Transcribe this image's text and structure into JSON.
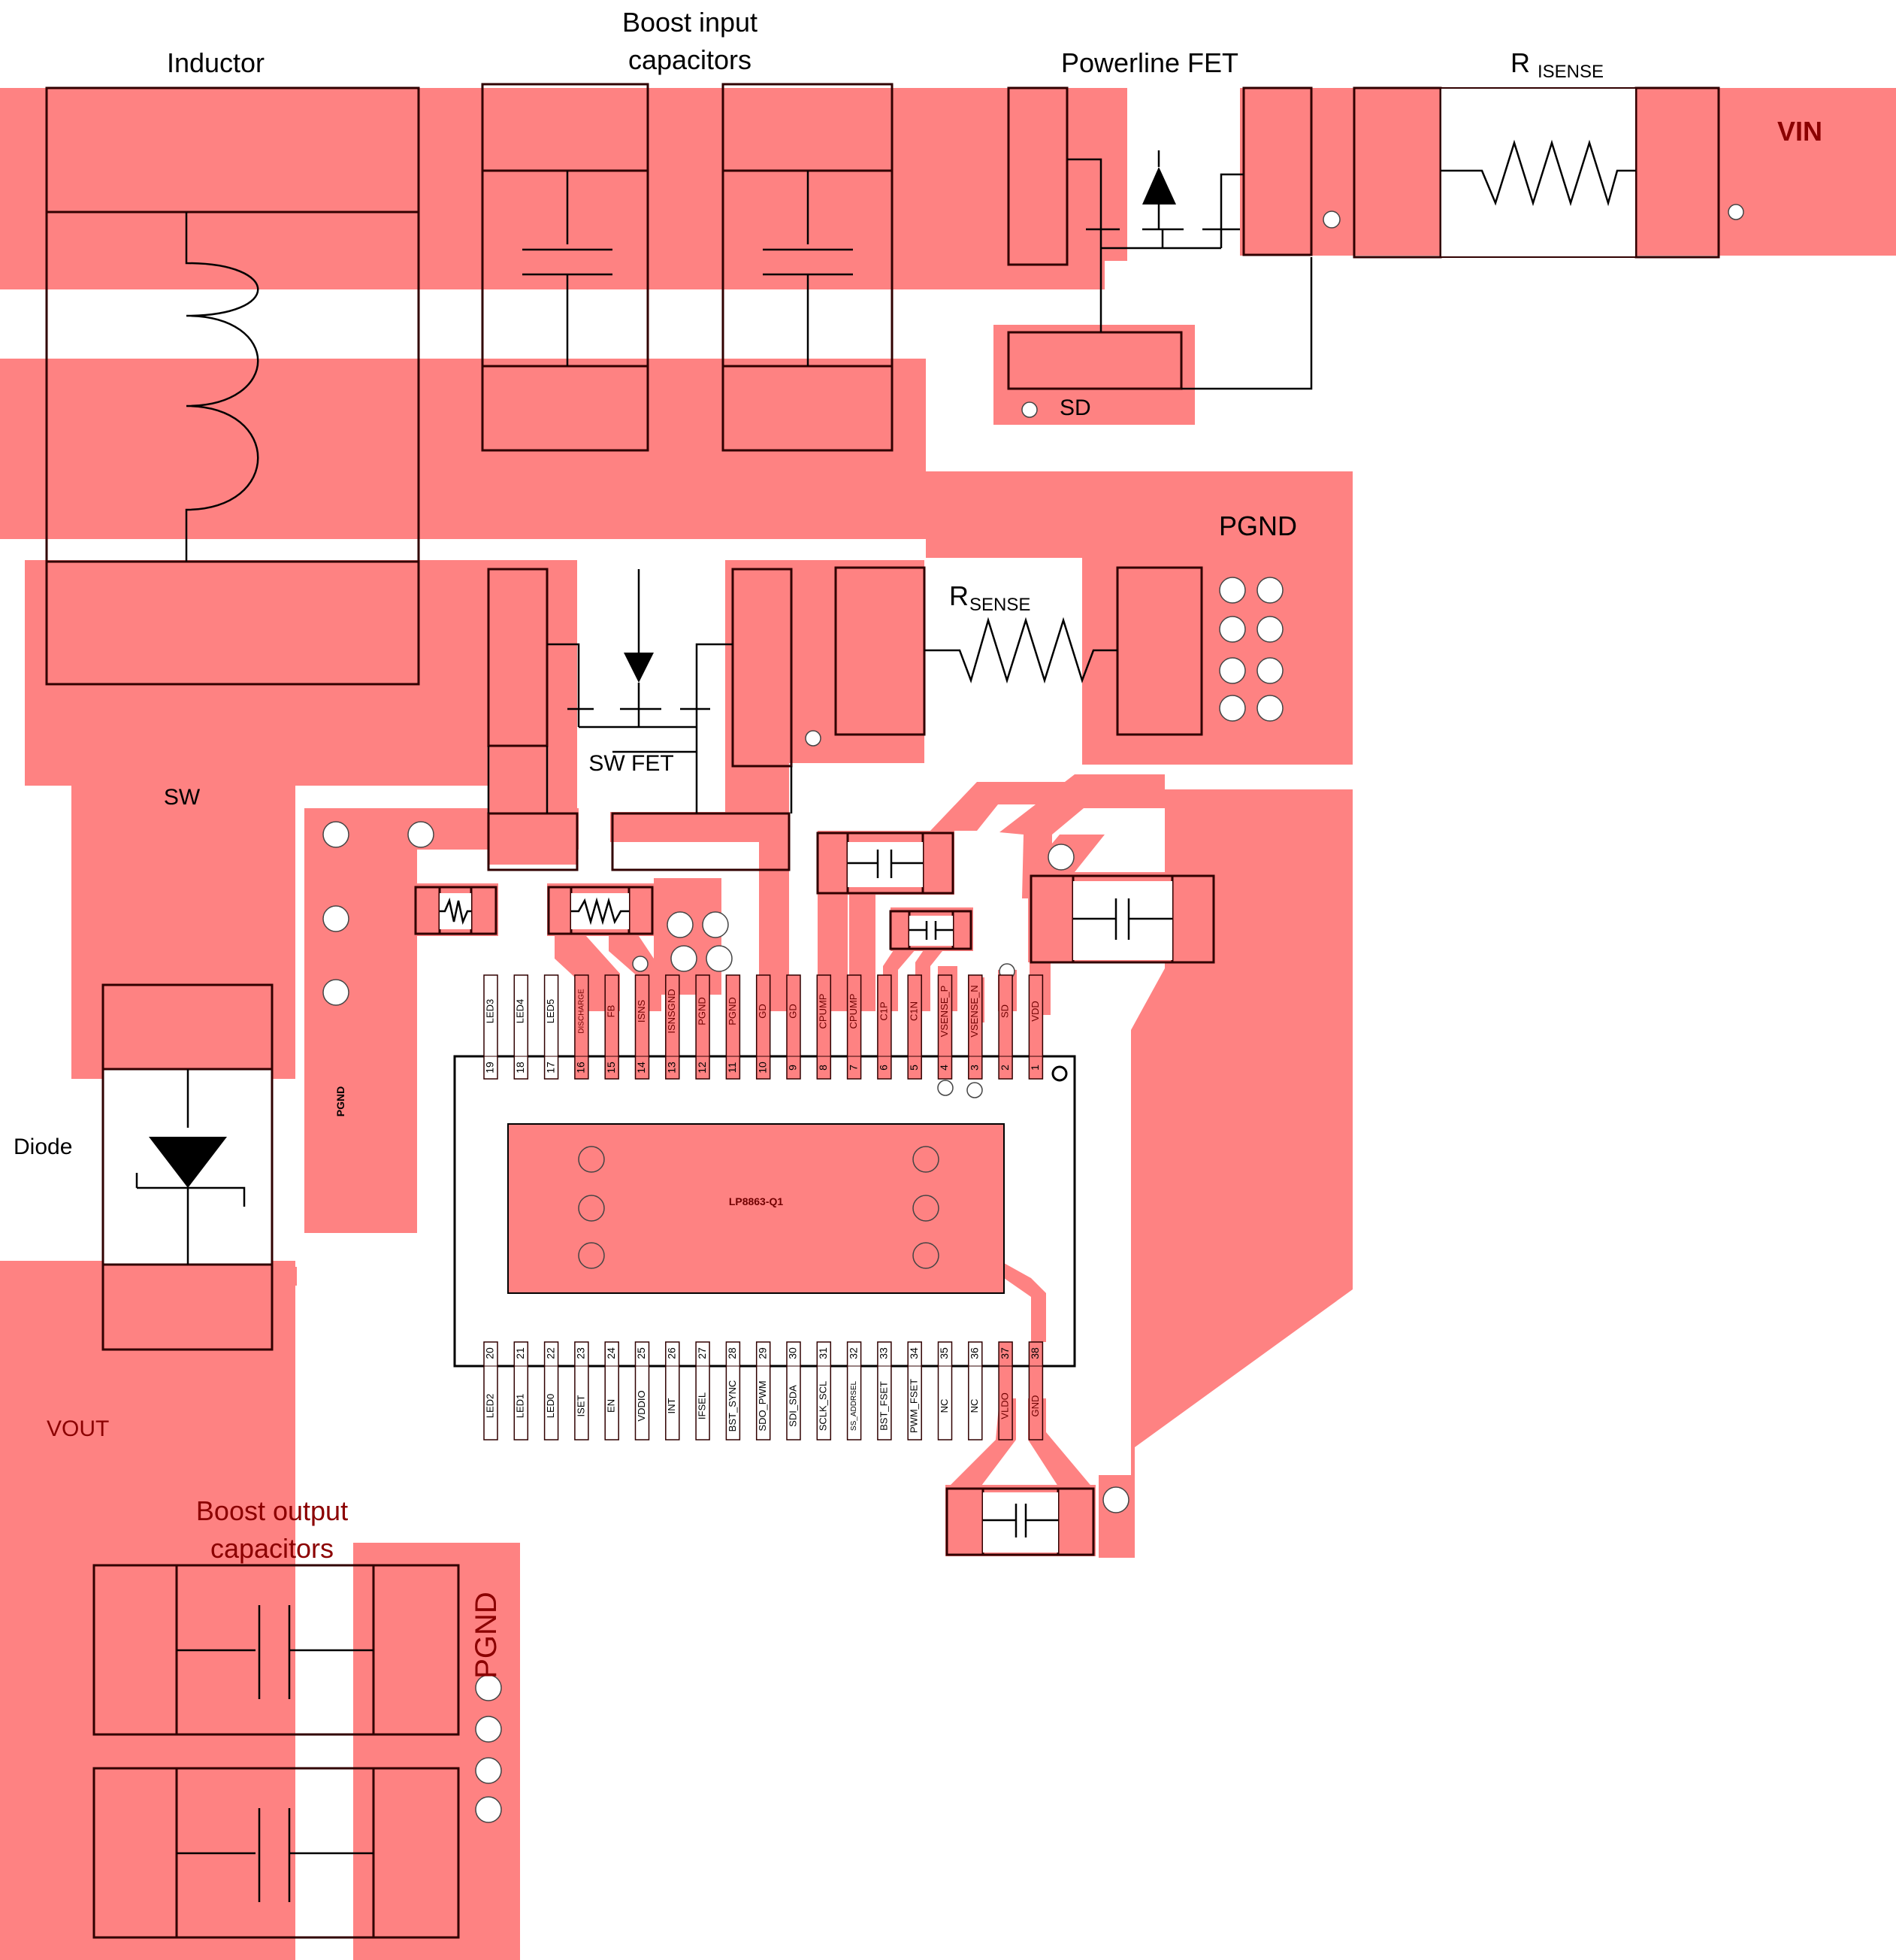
{
  "colors": {
    "copper": "#fe8282",
    "outline": "#300000",
    "dark_label": "#8b0000",
    "wire": "#000000",
    "background": "#ffffff"
  },
  "labels": {
    "inductor": "Inductor",
    "boost_input_line1": "Boost input",
    "boost_input_line2": "capacitors",
    "powerline_fet": "Powerline FET",
    "risense_main": "R",
    "risense_sub": "ISENSE",
    "vin": "VIN",
    "sd_net": "SD",
    "pgnd_top": "PGND",
    "rsense_main": "R",
    "rsense_sub": "SENSE",
    "sw_fet": "SW FET",
    "sw_net": "SW",
    "diode": "Diode",
    "pgnd_small": "PGND",
    "vout": "VOUT",
    "boost_output_line1": "Boost output",
    "boost_output_line2": "capacitors",
    "pgnd_bottom": "PGND",
    "ic_name": "LP8863-Q1"
  },
  "top_pins": [
    {
      "num": "19",
      "name": "LED3",
      "copper": false
    },
    {
      "num": "18",
      "name": "LED4",
      "copper": false
    },
    {
      "num": "17",
      "name": "LED5",
      "copper": false
    },
    {
      "num": "16",
      "name": "DISCHARGE",
      "copper": true
    },
    {
      "num": "15",
      "name": "FB",
      "copper": true
    },
    {
      "num": "14",
      "name": "ISNS",
      "copper": true
    },
    {
      "num": "13",
      "name": "ISNSGND",
      "copper": true
    },
    {
      "num": "12",
      "name": "PGND",
      "copper": true
    },
    {
      "num": "11",
      "name": "PGND",
      "copper": true
    },
    {
      "num": "10",
      "name": "GD",
      "copper": true
    },
    {
      "num": "9",
      "name": "GD",
      "copper": true
    },
    {
      "num": "8",
      "name": "CPUMP",
      "copper": true
    },
    {
      "num": "7",
      "name": "CPUMP",
      "copper": true
    },
    {
      "num": "6",
      "name": "C1P",
      "copper": true
    },
    {
      "num": "5",
      "name": "C1N",
      "copper": true
    },
    {
      "num": "4",
      "name": "VSENSE_P",
      "copper": true
    },
    {
      "num": "3",
      "name": "VSENSE_N",
      "copper": true
    },
    {
      "num": "2",
      "name": "SD",
      "copper": true
    },
    {
      "num": "1",
      "name": "VDD",
      "copper": true
    }
  ],
  "bottom_pins": [
    {
      "num": "20",
      "name": "LED2",
      "copper": false
    },
    {
      "num": "21",
      "name": "LED1",
      "copper": false
    },
    {
      "num": "22",
      "name": "LED0",
      "copper": false
    },
    {
      "num": "23",
      "name": "ISET",
      "copper": false
    },
    {
      "num": "24",
      "name": "EN",
      "copper": false
    },
    {
      "num": "25",
      "name": "VDDIO",
      "copper": false
    },
    {
      "num": "26",
      "name": "INT",
      "copper": false
    },
    {
      "num": "27",
      "name": "IFSEL",
      "copper": false
    },
    {
      "num": "28",
      "name": "BST_SYNC",
      "copper": false
    },
    {
      "num": "29",
      "name": "SDO_PWM",
      "copper": false
    },
    {
      "num": "30",
      "name": "SDI_SDA",
      "copper": false
    },
    {
      "num": "31",
      "name": "SCLK_SCL",
      "copper": false
    },
    {
      "num": "32",
      "name": "SS_ADDRSEL",
      "copper": false
    },
    {
      "num": "33",
      "name": "BST_FSET",
      "copper": false
    },
    {
      "num": "34",
      "name": "PWM_FSET",
      "copper": false
    },
    {
      "num": "35",
      "name": "NC",
      "copper": false
    },
    {
      "num": "36",
      "name": "NC",
      "copper": false
    },
    {
      "num": "37",
      "name": "VLDO",
      "copper": true
    },
    {
      "num": "38",
      "name": "GND",
      "copper": true
    }
  ]
}
